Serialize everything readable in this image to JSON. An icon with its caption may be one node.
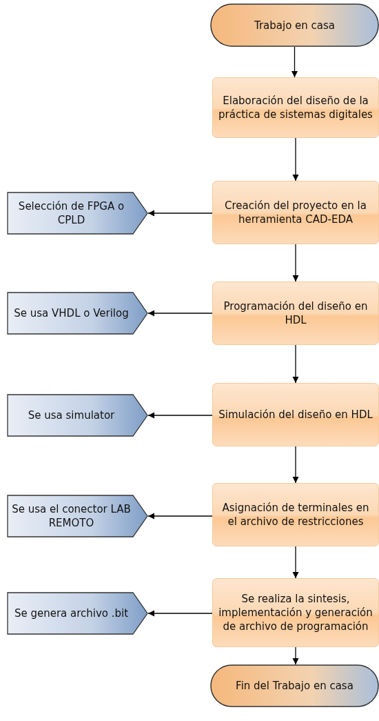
{
  "diagram": {
    "nodes": [
      {
        "text": [
          "Trabajo en casa"
        ]
      },
      {
        "text": [
          "Elaboración del diseño de la práctica de sistemas digitales"
        ]
      },
      {
        "text": [
          "Selección de FPGA o CPLD"
        ]
      },
      {
        "text": [
          "Creación del proyecto en la herramienta CAD-EDA"
        ]
      },
      {
        "text": [
          "Se usa VHDL o Verilog"
        ]
      },
      {
        "text": [
          "Programación del diseño en HDL"
        ]
      },
      {
        "text": [
          "Se usa simulator"
        ]
      },
      {
        "text": [
          "Simulación del diseño en HDL"
        ]
      },
      {
        "text": [
          "Se usa el conector LAB REMOTO"
        ]
      },
      {
        "text": [
          "Asignación de terminales en el archivo de restricciones"
        ]
      },
      {
        "text": [
          "Se genera archivo .bit"
        ]
      },
      {
        "text": [
          "Se realiza la sintesis, implementación y generación de archivo de programación"
        ]
      },
      {
        "text": [
          "Fin del Trabajo en casa"
        ]
      }
    ],
    "edges": [
      {
        "from": 0,
        "to": 1,
        "arrow": "to"
      },
      {
        "from": 1,
        "to": 3,
        "arrow": "to"
      },
      {
        "from": 3,
        "to": 2,
        "arrow": "to"
      },
      {
        "from": 3,
        "to": 5,
        "arrow": "to"
      },
      {
        "from": 5,
        "to": 4,
        "arrow": "to"
      },
      {
        "from": 5,
        "to": 7,
        "arrow": "to"
      },
      {
        "from": 7,
        "to": 6,
        "arrow": "to"
      },
      {
        "from": 7,
        "to": 9,
        "arrow": "to"
      },
      {
        "from": 9,
        "to": 8,
        "arrow": "to"
      },
      {
        "from": 9,
        "to": 11,
        "arrow": "to"
      },
      {
        "from": 11,
        "to": 10,
        "arrow": "to"
      },
      {
        "from": 11,
        "to": 12,
        "arrow": "to"
      }
    ]
  }
}
